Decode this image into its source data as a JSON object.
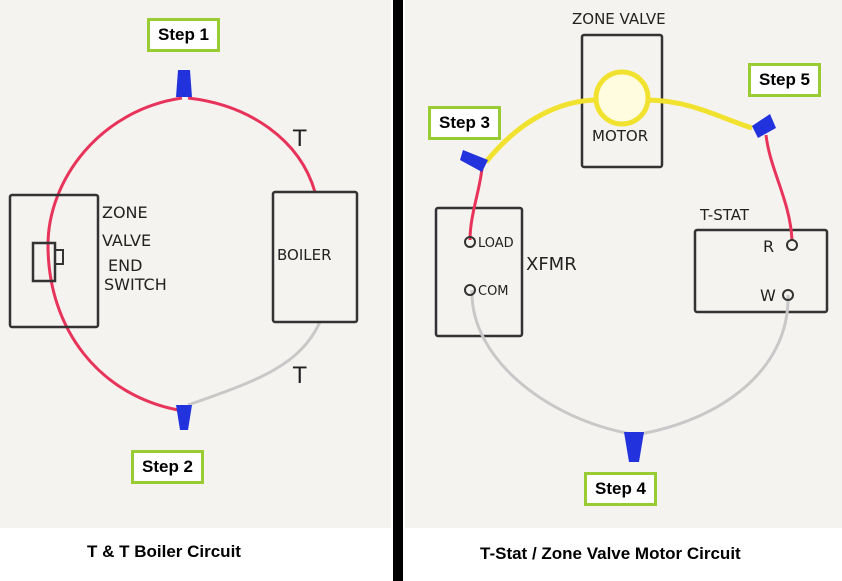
{
  "steps": {
    "s1": "Step 1",
    "s2": "Step 2",
    "s3": "Step 3",
    "s4": "Step 4",
    "s5": "Step 5"
  },
  "left": {
    "caption": "T & T Boiler Circuit",
    "zone_lines": [
      "ZONE",
      "VALVE",
      "END",
      "SWITCH"
    ],
    "boiler": "BOILER",
    "t_top": "T",
    "t_bottom": "T"
  },
  "right": {
    "caption": "T-Stat / Zone Valve Motor Circuit",
    "zone_valve": "ZONE VALVE",
    "motor": "MOTOR",
    "tstat": "T-STAT",
    "r": "R",
    "w": "W",
    "load": "LOAD",
    "com": "COM",
    "xfmr": "XFMR"
  },
  "colors": {
    "red_wire": "#e8335a",
    "white_wire": "#c8c8c8",
    "yellow_wire": "#f2e230",
    "wire_nut": "#2233dd",
    "step_border": "#99cc33"
  }
}
